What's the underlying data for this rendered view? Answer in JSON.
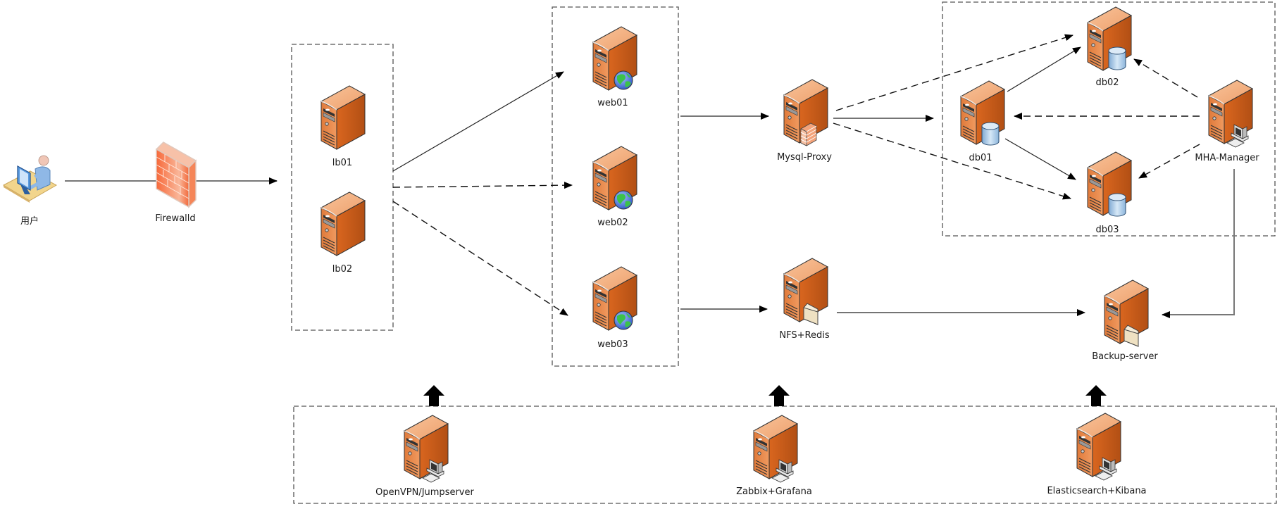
{
  "diagram": {
    "type": "network-architecture",
    "nodes": [
      {
        "id": "user",
        "label": "用户",
        "icon": "user-workstation-icon"
      },
      {
        "id": "firewall",
        "label": "Firewalld",
        "icon": "firewall-icon"
      },
      {
        "id": "lb01",
        "label": "lb01",
        "icon": "server-icon"
      },
      {
        "id": "lb02",
        "label": "lb02",
        "icon": "server-icon"
      },
      {
        "id": "web01",
        "label": "web01",
        "icon": "web-server-icon",
        "badge": "globe"
      },
      {
        "id": "web02",
        "label": "web02",
        "icon": "web-server-icon",
        "badge": "globe"
      },
      {
        "id": "web03",
        "label": "web03",
        "icon": "web-server-icon",
        "badge": "globe"
      },
      {
        "id": "mysqlproxy",
        "label": "Mysql-Proxy",
        "icon": "proxy-server-icon",
        "badge": "firewall"
      },
      {
        "id": "nfs",
        "label": "NFS+Redis",
        "icon": "file-server-icon",
        "badge": "folder"
      },
      {
        "id": "db01",
        "label": "db01",
        "icon": "database-server-icon",
        "badge": "database"
      },
      {
        "id": "db02",
        "label": "db02",
        "icon": "database-server-icon",
        "badge": "database"
      },
      {
        "id": "db03",
        "label": "db03",
        "icon": "database-server-icon",
        "badge": "database"
      },
      {
        "id": "mha",
        "label": "MHA-Manager",
        "icon": "management-server-icon",
        "badge": "computer"
      },
      {
        "id": "backup",
        "label": "Backup-server",
        "icon": "file-server-icon",
        "badge": "folder"
      },
      {
        "id": "openvpn",
        "label": "OpenVPN/Jumpserver",
        "icon": "management-server-icon",
        "badge": "computer"
      },
      {
        "id": "zabbix",
        "label": "Zabbix+Grafana",
        "icon": "management-server-icon",
        "badge": "computer"
      },
      {
        "id": "elk",
        "label": "Elasticsearch+Kibana",
        "icon": "management-server-icon",
        "badge": "computer"
      }
    ],
    "groups": [
      {
        "id": "lb-group",
        "members": [
          "lb01",
          "lb02"
        ]
      },
      {
        "id": "web-group",
        "members": [
          "web01",
          "web02",
          "web03"
        ]
      },
      {
        "id": "db-group",
        "members": [
          "db01",
          "db02",
          "db03",
          "mha"
        ]
      },
      {
        "id": "ops-group",
        "members": [
          "openvpn",
          "zabbix",
          "elk"
        ]
      }
    ],
    "edges": [
      {
        "from": "user",
        "to": "firewall",
        "style": "solid",
        "arrow": false
      },
      {
        "from": "firewall",
        "to": "lb-group",
        "style": "solid",
        "arrow": true
      },
      {
        "from": "lb-group",
        "to": "web01",
        "style": "solid",
        "arrow": true
      },
      {
        "from": "lb-group",
        "to": "web02",
        "style": "dashed",
        "arrow": true
      },
      {
        "from": "lb-group",
        "to": "web03",
        "style": "dashed",
        "arrow": true
      },
      {
        "from": "web-group",
        "to": "mysqlproxy",
        "style": "solid",
        "arrow": true
      },
      {
        "from": "web-group",
        "to": "nfs",
        "style": "solid",
        "arrow": true
      },
      {
        "from": "mysqlproxy",
        "to": "db02",
        "style": "dashed",
        "arrow": true
      },
      {
        "from": "mysqlproxy",
        "to": "db01",
        "style": "solid",
        "arrow": true
      },
      {
        "from": "mysqlproxy",
        "to": "db03",
        "style": "dashed",
        "arrow": true
      },
      {
        "from": "db01",
        "to": "db02",
        "style": "solid",
        "arrow": true
      },
      {
        "from": "db01",
        "to": "db03",
        "style": "solid",
        "arrow": true
      },
      {
        "from": "mha",
        "to": "db02",
        "style": "dashed",
        "arrow": true
      },
      {
        "from": "mha",
        "to": "db01",
        "style": "dashed",
        "arrow": true
      },
      {
        "from": "mha",
        "to": "db03",
        "style": "dashed",
        "arrow": true
      },
      {
        "from": "nfs",
        "to": "backup",
        "style": "solid",
        "arrow": true
      },
      {
        "from": "mha",
        "to": "backup",
        "style": "solid",
        "arrow": true
      },
      {
        "from": "ops-group",
        "to": "lb-group/web-group",
        "style": "block-arrow",
        "arrow": true
      },
      {
        "from": "ops-group",
        "to": "nfs",
        "style": "block-arrow",
        "arrow": true
      },
      {
        "from": "ops-group",
        "to": "backup",
        "style": "block-arrow",
        "arrow": true
      }
    ]
  },
  "colors": {
    "server_front": "#e8894a",
    "server_side": "#c8581a",
    "server_top": "#f4b58a",
    "firewall": "#f26a3c",
    "globe_water": "#3a6fd8",
    "globe_land": "#3cc24a",
    "database": "#9cc3e6",
    "folder": "#f2e6cf",
    "line": "#222222",
    "box": "#555555"
  }
}
